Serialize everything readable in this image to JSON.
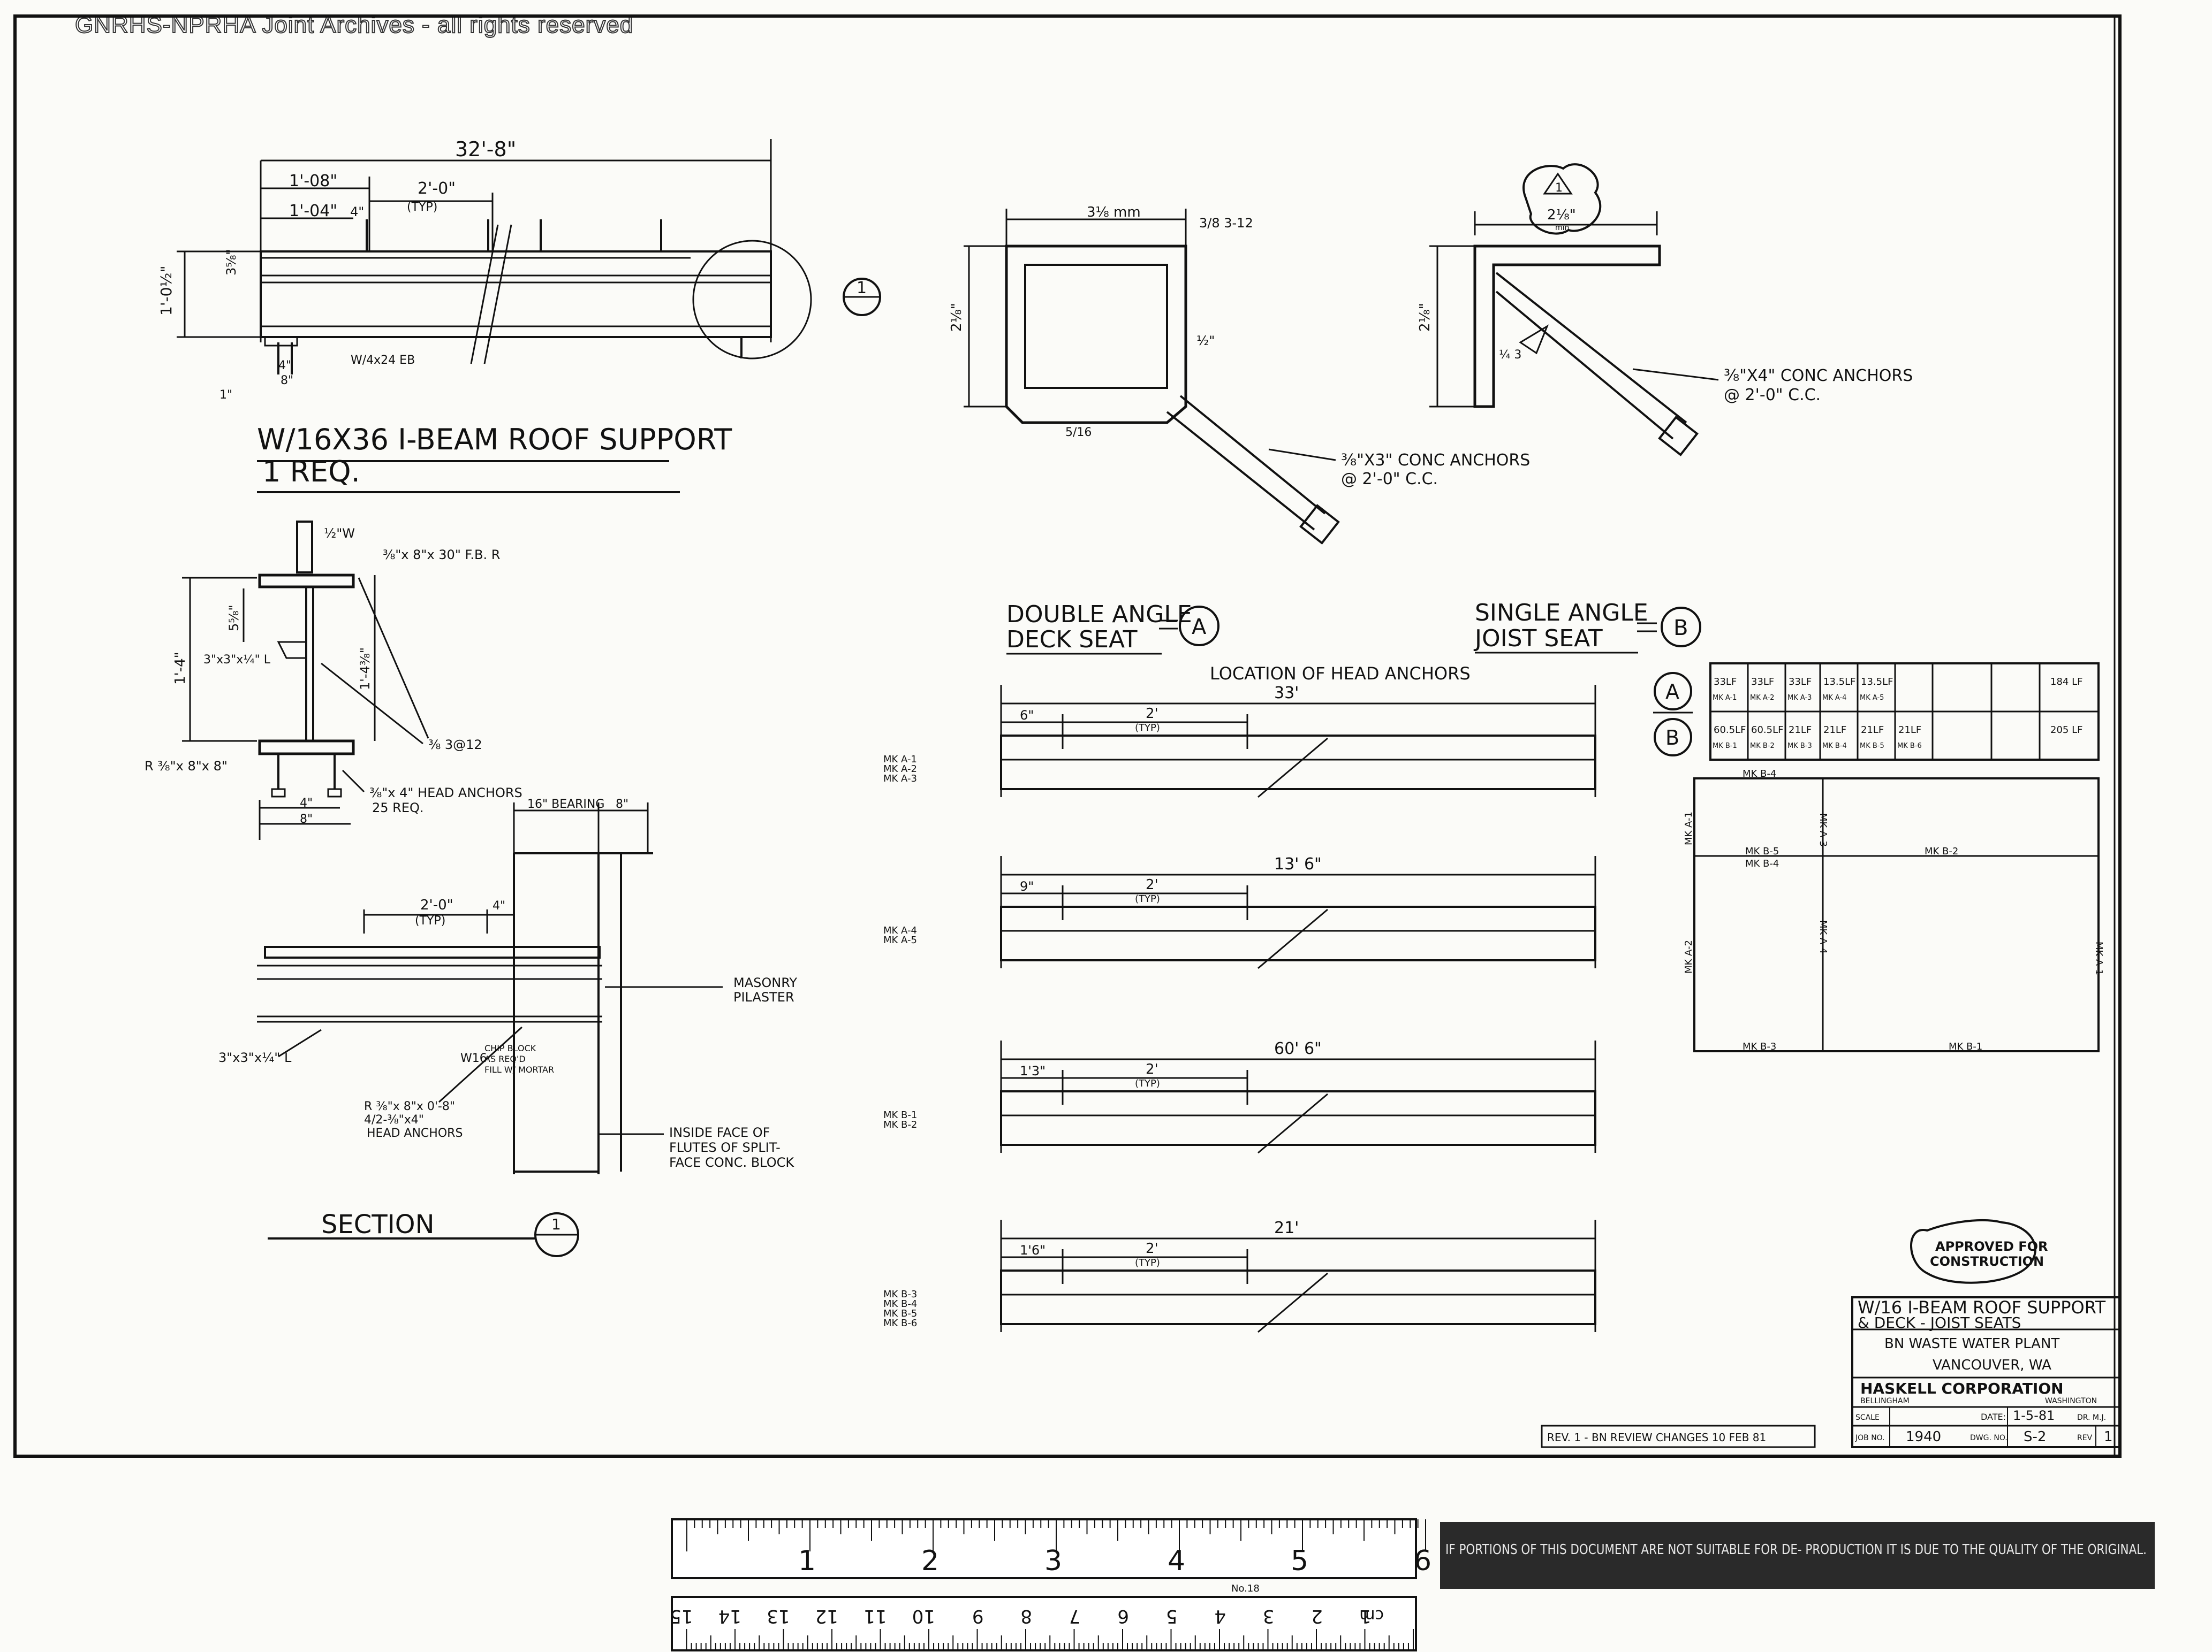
{
  "watermark": "GNRHS-NPRHA Joint Archives - all rights reserved",
  "beam": {
    "overall_dim": "32'-8\"",
    "dim_a": "1'-08\"",
    "dim_b": "2'-0\"",
    "dim_typ": "(TYP)",
    "dim_c": "1'-04\"",
    "dim_d": "4\"",
    "height_dim": "1'-0½\"",
    "small_dim": "3⅝\"",
    "wt_label": "W/4x24 EB",
    "foot_a": "4\"",
    "foot_b": "8\"",
    "foot_c": "1\"",
    "section_marker": "1",
    "title_line1": "W/16X36 I-BEAM ROOF SUPPORT",
    "title_line2": "1 REQ."
  },
  "channel": {
    "top_dim": "3⅛ mm",
    "weld": "3/8 3-12",
    "side_dim": "2⅛\"",
    "inner_dim": "½\"",
    "bottom_note": "5/16",
    "anchor_note_l1": "⅜\"X3\" CONC ANCHORS",
    "anchor_note_l2": "@ 2'-0\" C.C."
  },
  "angle": {
    "rev_mark": "1",
    "top_dim": "2⅛\"",
    "top_sub": "min",
    "side_dim": "2⅛\"",
    "weld": "¼ 3",
    "anchor_note_l1": "⅜\"X4\" CONC ANCHORS",
    "anchor_note_l2": "@ 2'-0\" C.C."
  },
  "ibeam": {
    "cap_note": "½\"W",
    "plate_note": "⅜\"x 8\"x 30\" F.B. R",
    "dim_58": "5⅝\"",
    "dim_14": "1'-4\"",
    "dim_143": "1'-4⅜\"",
    "angle_note": "3\"x3\"x¼\" L",
    "weld_note": "⅜ 3@12",
    "base_plate": "R ⅜\"x 8\"x 8\"",
    "anchor_l1": "⅜\"x 4\" HEAD ANCHORS",
    "anchor_l2": "25 REQ.",
    "dim_4": "4\"",
    "dim_8": "8\""
  },
  "section": {
    "bearing": "16\" BEARING",
    "dim_8": "8\"",
    "spacing": "2'-0\"",
    "typ": "(TYP)",
    "dim_4": "4\"",
    "masonry_l1": "MASONRY",
    "masonry_l2": "PILASTER",
    "angle_note": "3\"x3\"x¼\" L",
    "w16": "W16",
    "chip_l1": "CHIP BLOCK",
    "chip_l2": "AS REQ'D",
    "chip_l3": "FILL W/ MORTAR",
    "plate_l1": "R ⅜\"x 8\"x 0'-8\"",
    "plate_l2": "4/2-⅜\"x4\"",
    "plate_l3": "HEAD ANCHORS",
    "inside_l1": "INSIDE FACE OF",
    "inside_l2": "FLUTES OF SPLIT-",
    "inside_l3": "FACE CONC. BLOCK",
    "title": "SECTION",
    "marker": "1"
  },
  "legend": {
    "double_l1": "DOUBLE ANGLE",
    "double_l2": "DECK SEAT",
    "a": "A",
    "single_l1": "SINGLE ANGLE",
    "single_l2": "JOIST SEAT",
    "b": "B"
  },
  "anchors": {
    "title": "LOCATION OF HEAD ANCHORS",
    "rows": [
      {
        "overall": "33'",
        "first": "6\"",
        "spacing": "2'",
        "typ": "(TYP)",
        "marks": [
          "MK A-1",
          "MK A-2",
          "MK A-3"
        ]
      },
      {
        "overall": "13' 6\"",
        "first": "9\"",
        "spacing": "2'",
        "typ": "(TYP)",
        "marks": [
          "MK A-4",
          "MK A-5"
        ]
      },
      {
        "overall": "60' 6\"",
        "first": "1'3\"",
        "spacing": "2'",
        "typ": "(TYP)",
        "marks": [
          "MK B-1",
          "MK B-2"
        ]
      },
      {
        "overall": "21'",
        "first": "1'6\"",
        "spacing": "2'",
        "typ": "(TYP)",
        "marks": [
          "MK B-3",
          "MK B-4",
          "MK B-5",
          "MK B-6"
        ]
      }
    ]
  },
  "schedule": {
    "a": "A",
    "b": "B",
    "row_a": [
      "33LF",
      "33LF",
      "33LF",
      "13.5LF",
      "13.5LF",
      "",
      "",
      "184 LF"
    ],
    "row_a_marks": [
      "MK A-1",
      "MK A-2",
      "MK A-3",
      "MK A-4",
      "MK A-5"
    ],
    "row_b": [
      "60.5LF",
      "60.5LF",
      "21LF",
      "21LF",
      "21LF",
      "21LF",
      "",
      "205 LF"
    ],
    "row_b_marks": [
      "MK B-1",
      "MK B-2",
      "MK B-3",
      "MK B-4",
      "MK B-5",
      "MK B-6"
    ]
  },
  "plan": {
    "top_left": "MK B-4",
    "top_mid": "MK A-3",
    "left_top": "MK A-1",
    "mid_l": "MK B-5",
    "mid_l2": "MK B-4",
    "mid_r": "MK B-2",
    "left_mid": "MK A-2",
    "center_v": "MK A-4",
    "right_v": "MK A-1",
    "bottom_l": "MK B-3",
    "bottom_r": "MK B-1"
  },
  "approval": {
    "l1": "APPROVED FOR",
    "l2": "CONSTRUCTION"
  },
  "titleblock": {
    "title_l1": "W/16 I-BEAM ROOF SUPPORT",
    "title_l2": "& DECK - JOIST SEATS",
    "project": "BN WASTE WATER PLANT",
    "location": "VANCOUVER, WA",
    "company": "HASKELL CORPORATION",
    "city": "BELLINGHAM",
    "state": "WASHINGTON",
    "scale_label": "SCALE",
    "date_label": "DATE:",
    "date": "1-5-81",
    "dr_label": "DR. M.J.",
    "job_label": "JOB NO.",
    "job": "1940",
    "dwg_label": "DWG. NO.",
    "dwg": "S-2",
    "rev_label": "REV",
    "rev": "1",
    "revision_note": "REV. 1 - BN REVIEW CHANGES 10 FEB 81"
  },
  "ruler": {
    "inch_numbers": [
      "1",
      "2",
      "3",
      "4",
      "5",
      "6"
    ],
    "cm_numbers": [
      "1",
      "2",
      "3",
      "4",
      "5",
      "6",
      "7",
      "8",
      "9",
      "10",
      "11",
      "12",
      "13",
      "14",
      "15"
    ],
    "cm_label": "cm",
    "tiny_label": "No.18"
  },
  "disclaimer": "IF PORTIONS OF THIS DOCUMENT ARE NOT SUITABLE FOR DE- PRODUCTION IT IS DUE TO THE QUALITY OF THE ORIGINAL."
}
